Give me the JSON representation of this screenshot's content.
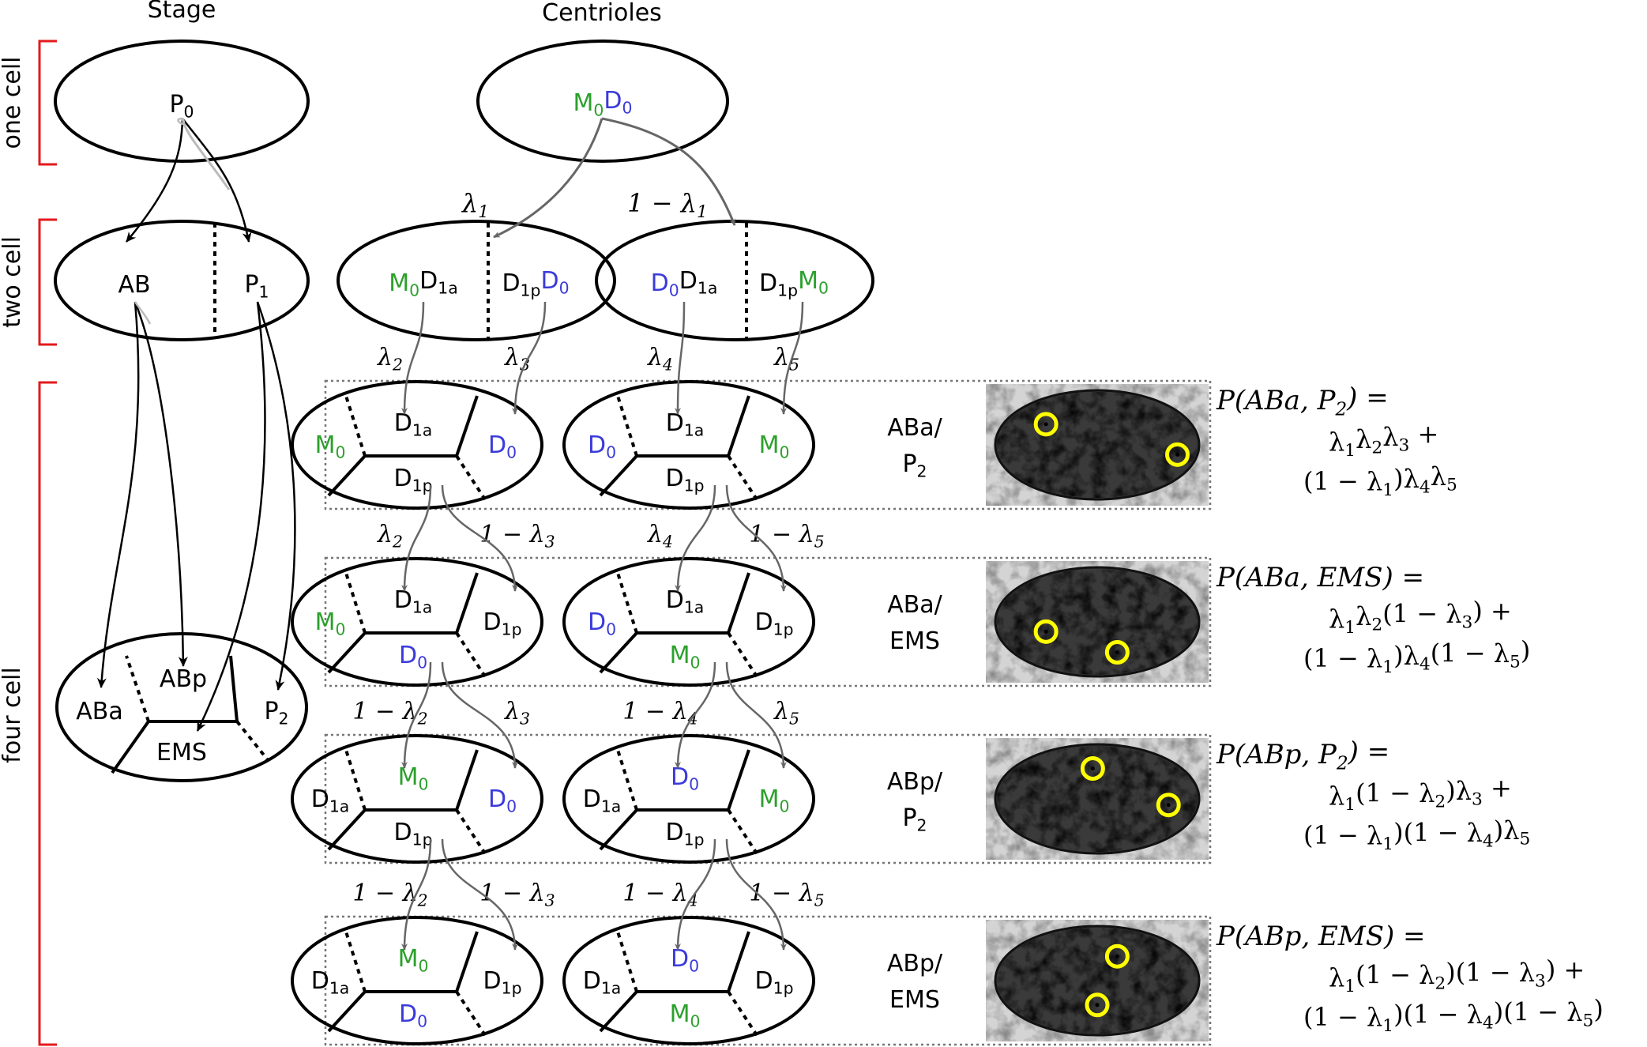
{
  "headers": {
    "stage": "Stage",
    "centrioles": "Centrioles"
  },
  "stage_labels": {
    "one_cell": "one cell",
    "two_cell": "two cell",
    "four_cell": "four cell"
  },
  "stage_column": {
    "p0": "P0",
    "two_cell": [
      "AB",
      "P1"
    ],
    "four_cell": [
      "ABa",
      "ABp",
      "P2",
      "EMS"
    ]
  },
  "centriole_column": {
    "one_cell": {
      "M": "M0",
      "D": "D0"
    },
    "two_cell_left": {
      "left": [
        "M0",
        "D1a"
      ],
      "right": [
        "D1p",
        "D0"
      ]
    },
    "two_cell_right": {
      "left": [
        "D0",
        "D1a"
      ],
      "right": [
        "D1p",
        "M0"
      ]
    },
    "lambda_top": [
      "λ1",
      "1 − λ1"
    ]
  },
  "rows": [
    {
      "outcome": [
        "ABa/",
        "P2"
      ],
      "probabilities": [
        "λ2",
        "λ3",
        "λ4",
        "λ5"
      ],
      "cell_a": {
        "left": "M0",
        "top": "D1a",
        "right": "D0",
        "bottom": "D1p"
      },
      "cell_b": {
        "left": "D0",
        "top": "D1a",
        "right": "M0",
        "bottom": "D1p"
      },
      "formula": [
        "P(ABa, P2) =",
        "λ1λ2λ3 +",
        "(1 − λ1)λ4λ5"
      ]
    },
    {
      "outcome": [
        "ABa/",
        "EMS"
      ],
      "probabilities": [
        "λ2",
        "1 − λ3",
        "λ4",
        "1 − λ5"
      ],
      "cell_a": {
        "left": "M0",
        "top": "D1a",
        "right": "D1p",
        "bottom": "D0"
      },
      "cell_b": {
        "left": "D0",
        "top": "D1a",
        "right": "D1p",
        "bottom": "M0"
      },
      "formula": [
        "P(ABa, EMS) =",
        "λ1λ2(1 − λ3) +",
        "(1 − λ1)λ4(1 − λ5)"
      ]
    },
    {
      "outcome": [
        "ABp/",
        "P2"
      ],
      "probabilities": [
        "1 − λ2",
        "λ3",
        "1 − λ4",
        "λ5"
      ],
      "cell_a": {
        "left": "D1a",
        "top": "M0",
        "right": "D0",
        "bottom": "D1p"
      },
      "cell_b": {
        "left": "D1a",
        "top": "D0",
        "right": "M0",
        "bottom": "D1p"
      },
      "formula": [
        "P(ABp, P2) =",
        "λ1(1 − λ2)λ3 +",
        "(1 − λ1)(1 − λ4)λ5"
      ]
    },
    {
      "outcome": [
        "ABp/",
        "EMS"
      ],
      "probabilities": [
        "1 − λ2",
        "1 − λ3",
        "1 − λ4",
        "1 − λ5"
      ],
      "cell_a": {
        "left": "D1a",
        "top": "M0",
        "right": "D1p",
        "bottom": "D0"
      },
      "cell_b": {
        "left": "D1a",
        "top": "D0",
        "right": "D1p",
        "bottom": "M0"
      },
      "formula": [
        "P(ABp, EMS) =",
        "λ1(1 − λ2)(1 − λ3) +",
        "(1 − λ1)(1 − λ4)(1 − λ5)"
      ]
    }
  ],
  "colors": {
    "mother": "#2ca02c",
    "daughter_zero": "#3b3bdb",
    "text": "#000000",
    "bracket": "#e31a1c",
    "arrow_dark": "#666666",
    "arrow_light": "#bbbbbb",
    "marker": "#ffff00"
  }
}
